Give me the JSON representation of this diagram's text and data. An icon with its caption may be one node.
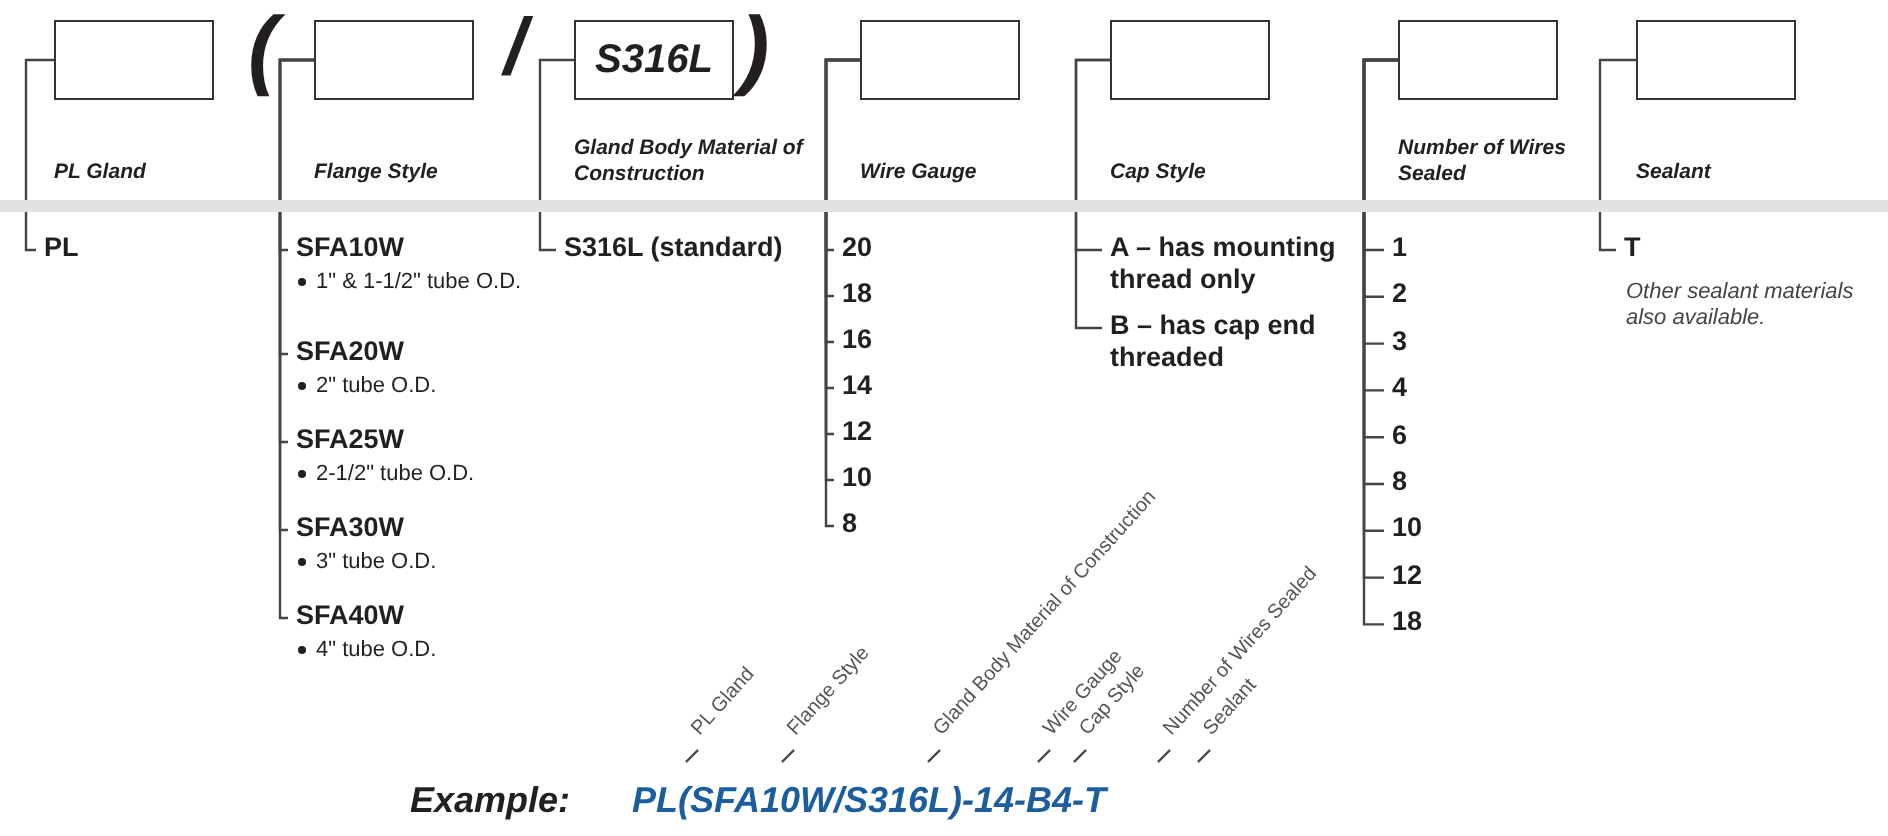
{
  "diagram": {
    "nodes": [
      {
        "text": [
          "PL Gland"
        ]
      },
      {
        "text": [
          "Flange Style"
        ]
      },
      {
        "text": [
          "S316L",
          "Gland Body Material of Construction"
        ]
      },
      {
        "text": [
          "Wire Gauge"
        ]
      },
      {
        "text": [
          "Cap Style"
        ]
      },
      {
        "text": [
          "Number of Wires Sealed"
        ]
      },
      {
        "text": [
          "Sealant"
        ]
      },
      {
        "text": [
          "PL"
        ]
      },
      {
        "text": [
          "SFA10W",
          "1\" & 1-1/2\" tube O.D."
        ]
      },
      {
        "text": [
          "SFA20W",
          "2\" tube O.D."
        ]
      },
      {
        "text": [
          "SFA25W",
          "2-1/2\" tube O.D."
        ]
      },
      {
        "text": [
          "SFA30W",
          "3\" tube O.D."
        ]
      },
      {
        "text": [
          "SFA40W",
          "4\" tube O.D."
        ]
      },
      {
        "text": [
          "S316L (standard)"
        ]
      },
      {
        "text": [
          "20"
        ]
      },
      {
        "text": [
          "18"
        ]
      },
      {
        "text": [
          "16"
        ]
      },
      {
        "text": [
          "14"
        ]
      },
      {
        "text": [
          "12"
        ]
      },
      {
        "text": [
          "10"
        ]
      },
      {
        "text": [
          "8"
        ]
      },
      {
        "text": [
          "A – has mounting thread only"
        ]
      },
      {
        "text": [
          "B – has cap end threaded"
        ]
      },
      {
        "text": [
          "1"
        ]
      },
      {
        "text": [
          "2"
        ]
      },
      {
        "text": [
          "3"
        ]
      },
      {
        "text": [
          "4"
        ]
      },
      {
        "text": [
          "6"
        ]
      },
      {
        "text": [
          "8"
        ]
      },
      {
        "text": [
          "10"
        ]
      },
      {
        "text": [
          "12"
        ]
      },
      {
        "text": [
          "18"
        ]
      },
      {
        "text": [
          "T"
        ]
      },
      {
        "text": [
          "PL Gland"
        ]
      },
      {
        "text": [
          "Flange Style"
        ]
      },
      {
        "text": [
          "Gland Body Material of Construction"
        ]
      },
      {
        "text": [
          "Wire Gauge"
        ]
      },
      {
        "text": [
          "Cap Style"
        ]
      },
      {
        "text": [
          "Number of Wires Sealed"
        ]
      },
      {
        "text": [
          "Sealant"
        ]
      }
    ],
    "edges": [
      {
        "from": 0,
        "to": 7,
        "arrow": "none"
      },
      {
        "from": 1,
        "to": 8,
        "arrow": "none"
      },
      {
        "from": 1,
        "to": 9,
        "arrow": "none"
      },
      {
        "from": 1,
        "to": 10,
        "arrow": "none"
      },
      {
        "from": 1,
        "to": 11,
        "arrow": "none"
      },
      {
        "from": 1,
        "to": 12,
        "arrow": "none"
      },
      {
        "from": 2,
        "to": 13,
        "arrow": "none"
      },
      {
        "from": 3,
        "to": 14,
        "arrow": "none"
      },
      {
        "from": 3,
        "to": 15,
        "arrow": "none"
      },
      {
        "from": 3,
        "to": 16,
        "arrow": "none"
      },
      {
        "from": 3,
        "to": 17,
        "arrow": "none"
      },
      {
        "from": 3,
        "to": 18,
        "arrow": "none"
      },
      {
        "from": 3,
        "to": 19,
        "arrow": "none"
      },
      {
        "from": 3,
        "to": 20,
        "arrow": "none"
      },
      {
        "from": 4,
        "to": 21,
        "arrow": "none"
      },
      {
        "from": 4,
        "to": 22,
        "arrow": "none"
      },
      {
        "from": 5,
        "to": 23,
        "arrow": "none"
      },
      {
        "from": 5,
        "to": 24,
        "arrow": "none"
      },
      {
        "from": 5,
        "to": 25,
        "arrow": "none"
      },
      {
        "from": 5,
        "to": 26,
        "arrow": "none"
      },
      {
        "from": 5,
        "to": 27,
        "arrow": "none"
      },
      {
        "from": 5,
        "to": 28,
        "arrow": "none"
      },
      {
        "from": 5,
        "to": 29,
        "arrow": "none"
      },
      {
        "from": 5,
        "to": 30,
        "arrow": "none"
      },
      {
        "from": 5,
        "to": 31,
        "arrow": "none"
      },
      {
        "from": 6,
        "to": 32,
        "arrow": "none"
      },
      {
        "from": 33,
        "to": null,
        "arrow": "none"
      },
      {
        "from": 34,
        "to": null,
        "arrow": "none"
      },
      {
        "from": 35,
        "to": null,
        "arrow": "none"
      },
      {
        "from": 36,
        "to": null,
        "arrow": "none"
      },
      {
        "from": 37,
        "to": null,
        "arrow": "none"
      },
      {
        "from": 38,
        "to": null,
        "arrow": "none"
      },
      {
        "from": 39,
        "to": null,
        "arrow": "none"
      }
    ],
    "labels": [
      "(",
      "/",
      ")",
      "Other sealant materials also available.",
      "Example:",
      "PL(SFA10W/S316L)-14-B4-T"
    ]
  }
}
